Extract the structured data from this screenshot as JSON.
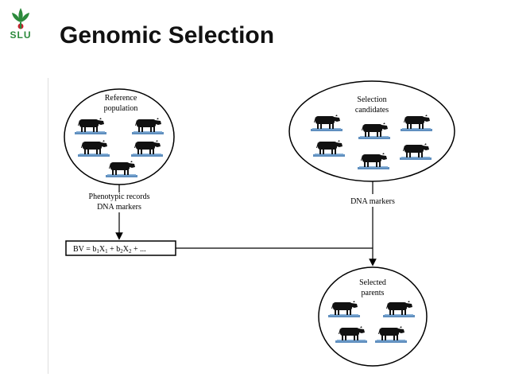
{
  "header": {
    "logo_text": "SLU",
    "title": "Genomic Selection"
  },
  "diagram": {
    "reference": {
      "label_line1": "Reference",
      "label_line2": "population",
      "cattle_count": 5
    },
    "candidates": {
      "label_line1": "Selection",
      "label_line2": "candidates",
      "cattle_count": 6
    },
    "selected": {
      "label_line1": "Selected",
      "label_line2": "parents",
      "cattle_count": 4
    },
    "phenotype_label_line1": "Phenotypic records",
    "phenotype_label_line2": "DNA markers",
    "dna_markers_label": "DNA markers",
    "equation": {
      "prefix": "BV = b",
      "s1": "1",
      "x1": "X",
      "xs1": "1",
      "plus": " + b",
      "s2": "2",
      "x2": "X",
      "xs2": "2",
      "suffix": " + ..."
    }
  },
  "colors": {
    "logo_green": "#2c8a3c",
    "logo_red": "#c8202e",
    "cattle": "#111111",
    "grass": "#5f8fbf"
  }
}
